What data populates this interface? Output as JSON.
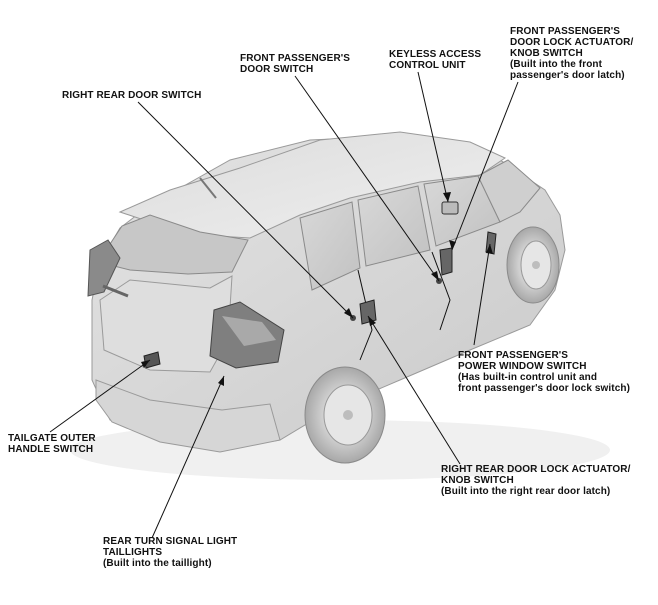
{
  "labels": {
    "front_passenger_door_lock_actuator": {
      "line1": "FRONT PASSENGER'S",
      "line2": "DOOR LOCK ACTUATOR/",
      "line3": "KNOB SWITCH",
      "note1": "(Built into the front",
      "note2": "passenger's door latch)"
    },
    "front_passenger_door_switch": {
      "line1": "FRONT PASSENGER'S",
      "line2": "DOOR SWITCH"
    },
    "keyless_access_control_unit": {
      "line1": "KEYLESS ACCESS",
      "line2": "CONTROL UNIT"
    },
    "right_rear_door_switch": {
      "line1": "RIGHT REAR DOOR SWITCH"
    },
    "front_passenger_power_window_switch": {
      "line1": "FRONT PASSENGER'S",
      "line2": "POWER WINDOW SWITCH",
      "note1": "(Has built-in control unit and",
      "note2": "front passenger's door lock switch)"
    },
    "tailgate_outer_handle_switch": {
      "line1": "TAILGATE OUTER",
      "line2": "HANDLE SWITCH"
    },
    "right_rear_door_lock_actuator": {
      "line1": "RIGHT REAR DOOR LOCK ACTUATOR/",
      "line2": "KNOB SWITCH",
      "note1": "(Built into the right rear door latch)"
    },
    "rear_turn_signal_light": {
      "line1": "REAR TURN SIGNAL LIGHT",
      "line2": "TAILLIGHTS",
      "note1": "(Built into the taillight)"
    }
  }
}
